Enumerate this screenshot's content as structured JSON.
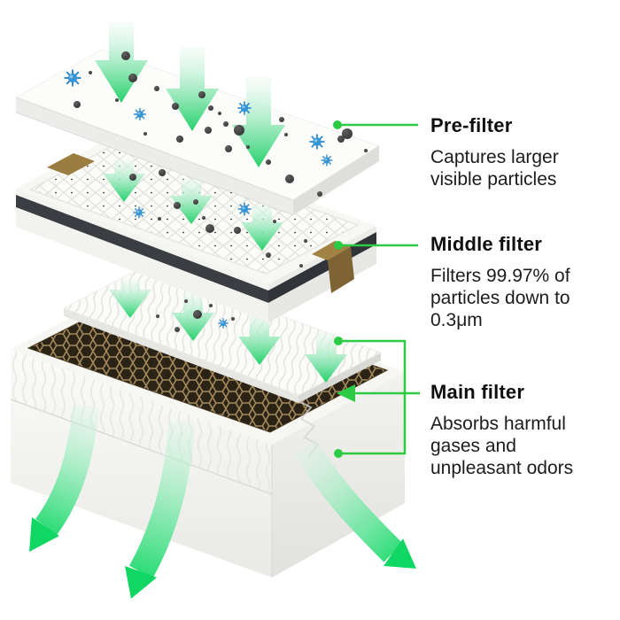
{
  "diagram": {
    "kind": "air-purifier-filter-exploded-view",
    "layers": [
      {
        "title": "Pre-filter",
        "description": "Captures larger visible particles"
      },
      {
        "title": "Middle filter",
        "description": "Filters 99.97% of particles down to 0.3μm"
      },
      {
        "title": "Main filter",
        "description": "Absorbs harmful gases and unpleasant odors"
      }
    ],
    "colors": {
      "background": "#ffffff",
      "callout_green": "#2bcb43",
      "arrow_green_tip": "#25d16b",
      "outflow_green": "#10d763",
      "text_heading": "#0f0f0f",
      "text_body": "#1c1c1c",
      "filter_frame_dark": "#3a3d41",
      "cardboard_tab": "#9c7d41",
      "carbon_honeycomb_dark": "#2b2316",
      "carbon_honeycomb_line": "#a3895c",
      "dust_particle": "#3d3d3d",
      "microbe_blue": "#3695d4"
    },
    "icons": [
      "down-arrow-airflow-icon",
      "curved-outflow-arrow-icon",
      "dust-particle-icon",
      "microbe-particle-icon",
      "callout-dot-icon",
      "callout-arrowhead-icon"
    ]
  }
}
